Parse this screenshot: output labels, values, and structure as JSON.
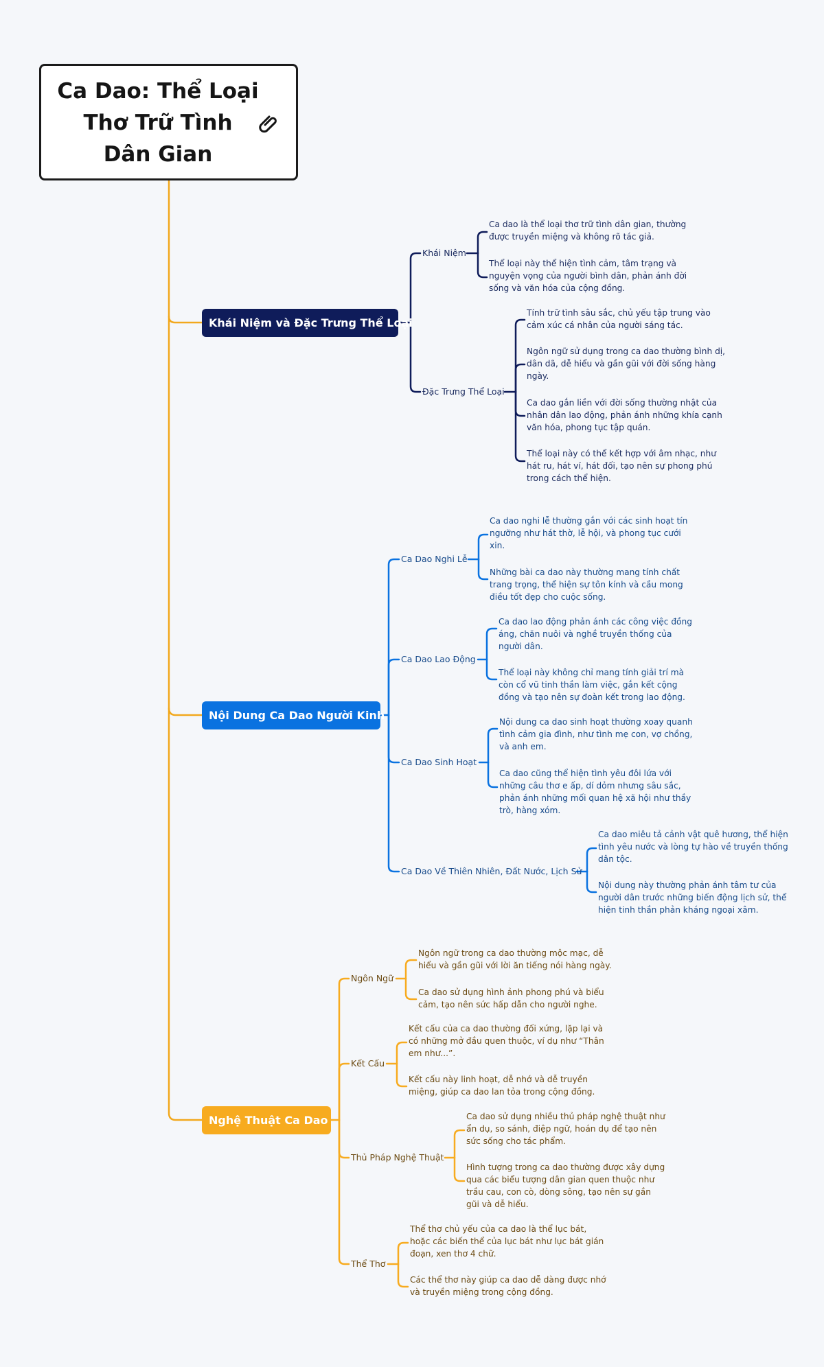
{
  "root": {
    "title_lines": [
      "Ca Dao: Thể Loại",
      "Thơ Trữ Tình",
      "Dân Gian"
    ],
    "icon": "paperclip-icon"
  },
  "colors": {
    "trunk": "#f2a81d",
    "navy": "#0f1c5a",
    "blue": "#0a72e0",
    "gold": "#f7ab1f"
  },
  "branches": [
    {
      "label": "Khái Niệm và Đặc Trưng Thể Loại",
      "color": "#0f1c5a",
      "subs": [
        {
          "label": "Khái Niệm",
          "leaves": [
            "Ca dao là thể loại thơ trữ tình dân gian, thường được truyền miệng và không rõ tác giả.",
            "Thể loại này thể hiện tình cảm, tâm trạng và nguyện vọng của người bình dân, phản ánh đời sống và văn hóa của cộng đồng."
          ]
        },
        {
          "label": "Đặc Trưng Thể Loại",
          "leaves": [
            "Tính trữ tình sâu sắc, chủ yếu tập trung vào cảm xúc cá nhân của người sáng tác.",
            "Ngôn ngữ sử dụng trong ca dao thường bình dị, dân dã, dễ hiểu và gần gũi với đời sống hàng ngày.",
            "Ca dao gắn liền với đời sống thường nhật của nhân dân lao động, phản ánh những khía cạnh văn hóa, phong tục tập quán.",
            "Thể loại này có thể kết hợp với âm nhạc, như hát ru, hát ví, hát đối, tạo nên sự phong phú trong cách thể hiện."
          ]
        }
      ]
    },
    {
      "label": "Nội Dung Ca Dao Người Kinh",
      "color": "#0a72e0",
      "subs": [
        {
          "label": "Ca Dao Nghi Lễ",
          "leaves": [
            "Ca dao nghi lễ thường gắn với các sinh hoạt tín ngưỡng như hát thờ, lễ hội, và phong tục cưới xin.",
            "Những bài ca dao này thường mang tính chất trang trọng, thể hiện sự tôn kính và cầu mong điều tốt đẹp cho cuộc sống."
          ]
        },
        {
          "label": "Ca Dao Lao Động",
          "leaves": [
            "Ca dao lao động phản ánh các công việc đồng áng, chăn nuôi và nghề truyền thống của người dân.",
            "Thể loại này không chỉ mang tính giải trí mà còn cổ vũ tinh thần làm việc, gắn kết cộng đồng và tạo nên sự đoàn kết trong lao động."
          ]
        },
        {
          "label": "Ca Dao Sinh Hoạt",
          "leaves": [
            "Nội dung ca dao sinh hoạt thường xoay quanh tình cảm gia đình, như tình mẹ con, vợ chồng, và anh em.",
            "Ca dao cũng thể hiện tình yêu đôi lứa với những câu thơ e ấp, dí dỏm nhưng sâu sắc, phản ánh những mối quan hệ xã hội như thầy trò, hàng xóm."
          ]
        },
        {
          "label": "Ca Dao Về Thiên Nhiên, Đất Nước, Lịch Sử",
          "leaves": [
            "Ca dao miêu tả cảnh vật quê hương, thể hiện tình yêu nước và lòng tự hào về truyền thống dân tộc.",
            "Nội dung này thường phản ánh tâm tư của người dân trước những biến động lịch sử, thể hiện tinh thần phản kháng ngoại xâm."
          ]
        }
      ]
    },
    {
      "label": "Nghệ Thuật Ca Dao",
      "color": "#f7ab1f",
      "subs": [
        {
          "label": "Ngôn Ngữ",
          "leaves": [
            "Ngôn ngữ trong ca dao thường mộc mạc, dễ hiểu và gần gũi với lời ăn tiếng nói hàng ngày.",
            "Ca dao sử dụng hình ảnh phong phú và biểu cảm, tạo nên sức hấp dẫn cho người nghe."
          ]
        },
        {
          "label": "Kết Cấu",
          "leaves": [
            "Kết cấu của ca dao thường đối xứng, lặp lại và có những mở đầu quen thuộc, ví dụ như “Thân em như...”.",
            "Kết cấu này linh hoạt, dễ nhớ và dễ truyền miệng, giúp ca dao lan tỏa trong cộng đồng."
          ]
        },
        {
          "label": "Thủ Pháp Nghệ Thuật",
          "leaves": [
            "Ca dao sử dụng nhiều thủ pháp nghệ thuật như ẩn dụ, so sánh, điệp ngữ, hoán dụ để tạo nên sức sống cho tác phẩm.",
            "Hình tượng trong ca dao thường được xây dựng qua các biểu tượng dân gian quen thuộc như trầu cau, con cò, dòng sông, tạo nên sự gần gũi và dễ hiểu."
          ]
        },
        {
          "label": "Thể Thơ",
          "leaves": [
            "Thể thơ chủ yếu của ca dao là thể lục bát, hoặc các biến thể của lục bát như lục bát gián đoạn, xen thơ 4 chữ.",
            "Các thể thơ này giúp ca dao dễ dàng được nhớ và truyền miệng trong cộng đồng."
          ]
        }
      ]
    }
  ]
}
